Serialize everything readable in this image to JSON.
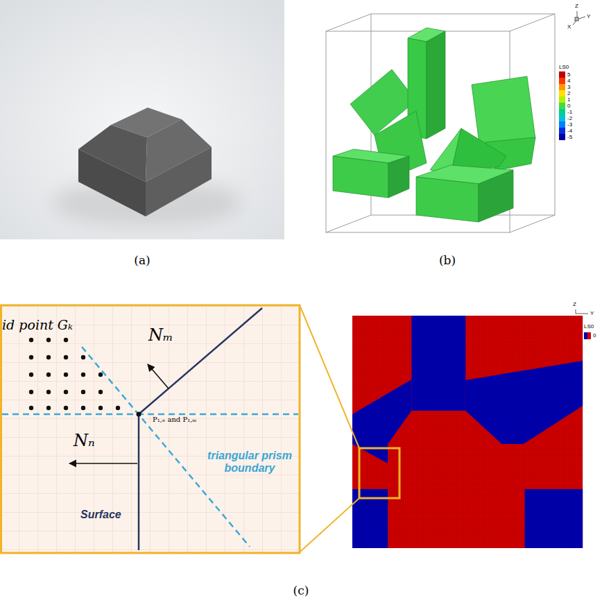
{
  "diagram": {
    "labels": [
      "(a)",
      "(b)",
      "(c)",
      "Z",
      "Y",
      "X",
      "LS0",
      "id point Gₖ",
      "Nₘ",
      "P₁,ₙ and P₁,ₘ",
      "Nₙ",
      "triangular prism boundary",
      "Surface",
      "Z",
      "Y",
      "LS0"
    ],
    "legend": [
      {
        "text": "5",
        "color": "#c00000"
      },
      {
        "text": "4",
        "color": "#ff3300"
      },
      {
        "text": "3",
        "color": "#ff9900"
      },
      {
        "text": "2",
        "color": "#ffe000"
      },
      {
        "text": "1",
        "color": "#b4f000"
      },
      {
        "text": "0",
        "color": "#40dc40"
      },
      {
        "text": "-1",
        "color": "#00d08c"
      },
      {
        "text": "-2",
        "color": "#00c0e0"
      },
      {
        "text": "-3",
        "color": "#0080ff"
      },
      {
        "text": "-4",
        "color": "#0030e0"
      },
      {
        "text": "-5",
        "color": "#0000a0"
      },
      {
        "text": "0"
      }
    ]
  }
}
